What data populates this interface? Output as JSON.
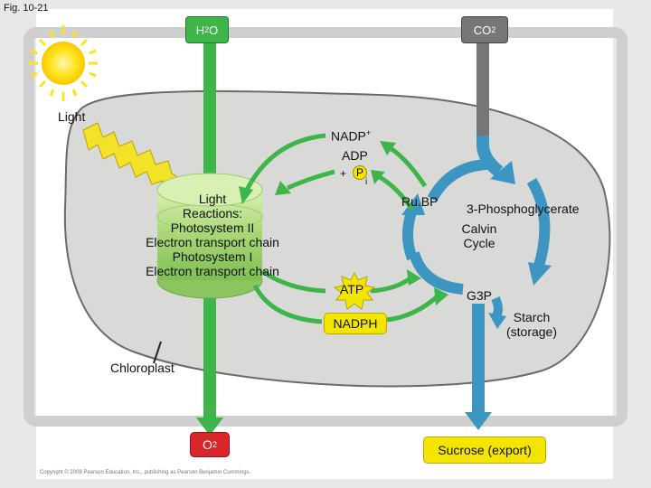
{
  "figure_label": "Fig. 10-21",
  "inputs": {
    "water": "H",
    "water_sub": "2",
    "water_end": "O",
    "co2": "CO",
    "co2_sub": "2"
  },
  "light_label": "Light",
  "nadp": {
    "text": "NADP",
    "sup": "+"
  },
  "adp": {
    "text": "ADP",
    "plus": "+",
    "pi": "P",
    "pi_sub": "i"
  },
  "light_reactions": [
    "Light",
    "Reactions:",
    "Photosystem II",
    "Electron transport chain",
    "Photosystem I",
    "Electron transport chain"
  ],
  "rubp": "Ru.BP",
  "three_pg": "3-Phosphoglycerate",
  "calvin": [
    "Calvin",
    "Cycle"
  ],
  "atp": "ATP",
  "g3p": "G3P",
  "nadph": "NADPH",
  "starch": [
    "Starch",
    "(storage)"
  ],
  "chloroplast": "Chloroplast",
  "o2": {
    "text": "O",
    "sub": "2"
  },
  "sucrose": "Sucrose (export)",
  "copyright": "Copyright © 2008 Pearson Education, Inc., publishing as Pearson Benjamin Cummings.",
  "colors": {
    "green_arrow": "#3db548",
    "blue_arrow": "#3d95c2",
    "gray_arrow": "#767676",
    "chloroplast_fill": "#d6d6d4",
    "stroma_border": "#555555",
    "thylakoid": "#b7dc8a",
    "sun": "#ffe21a",
    "lightning": "#f1e022"
  }
}
